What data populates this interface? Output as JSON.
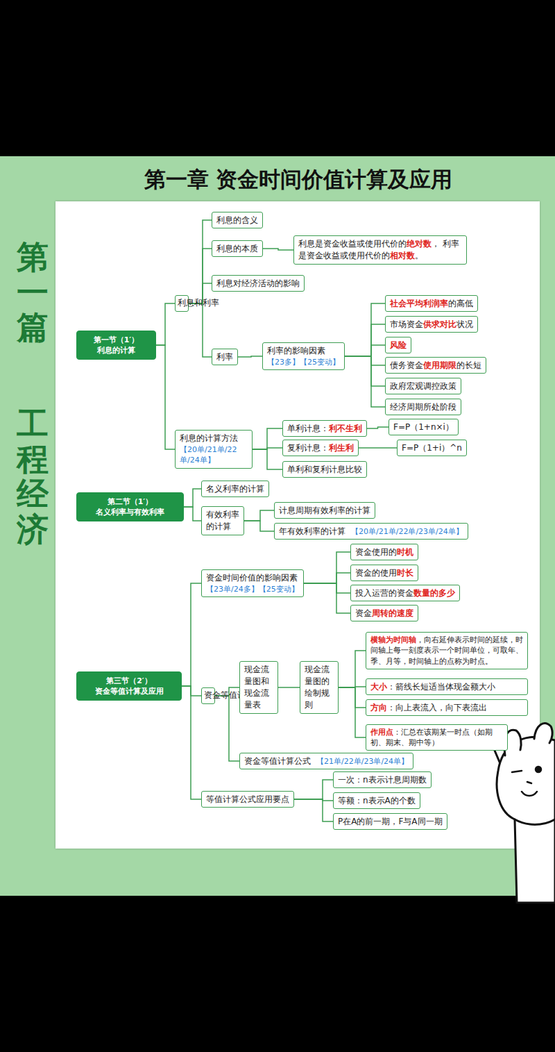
{
  "diagram": {
    "title": "第一章 资金时间价值计算及应用",
    "nodes": [
      {
        "text": [
          "第一节（1′）",
          "利息的计算"
        ]
      },
      {
        "text": [
          "利息和利率"
        ]
      },
      {
        "text": [
          "利息的含义"
        ]
      },
      {
        "text": [
          "利息的本质"
        ]
      },
      {
        "text": [
          "利息是资金收益或使用代价的绝对数， 利率是资金收益或使用代价的相对数。"
        ]
      },
      {
        "text": [
          "利息对经济活动的影响"
        ]
      },
      {
        "text": [
          "利率"
        ]
      },
      {
        "text": [
          "利率的影响因素",
          "【23多】【25变动】"
        ]
      },
      {
        "text": [
          "社会平均利润率的高低"
        ]
      },
      {
        "text": [
          "市场资金供求对比状况"
        ]
      },
      {
        "text": [
          "风险"
        ]
      },
      {
        "text": [
          "债务资金使用期限的长短"
        ]
      },
      {
        "text": [
          "政府宏观调控政策"
        ]
      },
      {
        "text": [
          "经济周期所处阶段"
        ]
      },
      {
        "text": [
          "利息的计算方法",
          "【20单/21单/22单/24单】"
        ]
      },
      {
        "text": [
          "单利计息：利不生利"
        ]
      },
      {
        "text": [
          "F=P（1+n×i）"
        ]
      },
      {
        "text": [
          "复利计息：利生利"
        ]
      },
      {
        "text": [
          "F=P（1+i）^n"
        ]
      },
      {
        "text": [
          "单利和复利计息比较"
        ]
      },
      {
        "text": [
          "第二节（1′）",
          "名义利率与有效利率"
        ]
      },
      {
        "text": [
          "名义利率的计算"
        ]
      },
      {
        "text": [
          "有效利率的计算"
        ]
      },
      {
        "text": [
          "计息周期有效利率的计算"
        ]
      },
      {
        "text": [
          "年有效利率的计算",
          "【20单/21单/22单/23单/24单】"
        ]
      },
      {
        "text": [
          "第三节（2′）",
          "资金等值计算及应用"
        ]
      },
      {
        "text": [
          "资金时间价值的影响因素",
          "【23单/24多】【25变动】"
        ]
      },
      {
        "text": [
          "资金使用的时机"
        ]
      },
      {
        "text": [
          "资金的使用时长"
        ]
      },
      {
        "text": [
          "投入运营的资金数量的多少"
        ]
      },
      {
        "text": [
          "资金周转的速度"
        ]
      },
      {
        "text": [
          "资金等值计算"
        ]
      },
      {
        "text": [
          "现金流量图和现金流量表"
        ]
      },
      {
        "text": [
          "现金流量图的绘制规则"
        ]
      },
      {
        "text": [
          "横轴为时间轴，向右延伸表示时间的延续，时间轴上每一刻度表示一个时间单位，可取年、季、月等，时间轴上的点称为时点。"
        ]
      },
      {
        "text": [
          "大小：箭线长短适当体现金额大小"
        ]
      },
      {
        "text": [
          "方向：向上表流入，向下表流出"
        ]
      },
      {
        "text": [
          "作用点：汇总在该期某一时点（如期初、期末、期中等）"
        ]
      },
      {
        "text": [
          "资金等值计算公式",
          "【21单/22单/23单/24单】"
        ]
      },
      {
        "text": [
          "等值计算公式应用要点"
        ]
      },
      {
        "text": [
          "一次：n表示计息周期数"
        ]
      },
      {
        "text": [
          "等额：n表示A的个数"
        ]
      },
      {
        "text": [
          "P在A的前一期，F与A同一期"
        ]
      }
    ],
    "edges": [
      {
        "from": 0,
        "to": 1,
        "arrow": "none"
      },
      {
        "from": 1,
        "to": 2,
        "arrow": "none"
      },
      {
        "from": 1,
        "to": 3,
        "arrow": "none"
      },
      {
        "from": 3,
        "to": 4,
        "arrow": "none"
      },
      {
        "from": 1,
        "to": 5,
        "arrow": "none"
      },
      {
        "from": 1,
        "to": 6,
        "arrow": "none"
      },
      {
        "from": 6,
        "to": 7,
        "arrow": "none"
      },
      {
        "from": 7,
        "to": 8,
        "arrow": "none"
      },
      {
        "from": 7,
        "to": 9,
        "arrow": "none"
      },
      {
        "from": 7,
        "to": 10,
        "arrow": "none"
      },
      {
        "from": 7,
        "to": 11,
        "arrow": "none"
      },
      {
        "from": 7,
        "to": 12,
        "arrow": "none"
      },
      {
        "from": 7,
        "to": 13,
        "arrow": "none"
      },
      {
        "from": 0,
        "to": 14,
        "arrow": "none"
      },
      {
        "from": 14,
        "to": 15,
        "arrow": "none"
      },
      {
        "from": 15,
        "to": 16,
        "arrow": "none"
      },
      {
        "from": 14,
        "to": 17,
        "arrow": "none"
      },
      {
        "from": 17,
        "to": 18,
        "arrow": "none"
      },
      {
        "from": 14,
        "to": 19,
        "arrow": "none"
      },
      {
        "from": 20,
        "to": 21,
        "arrow": "none"
      },
      {
        "from": 20,
        "to": 22,
        "arrow": "none"
      },
      {
        "from": 22,
        "to": 23,
        "arrow": "none"
      },
      {
        "from": 22,
        "to": 24,
        "arrow": "none"
      },
      {
        "from": 25,
        "to": 26,
        "arrow": "none"
      },
      {
        "from": 26,
        "to": 27,
        "arrow": "none"
      },
      {
        "from": 26,
        "to": 28,
        "arrow": "none"
      },
      {
        "from": 26,
        "to": 29,
        "arrow": "none"
      },
      {
        "from": 26,
        "to": 30,
        "arrow": "none"
      },
      {
        "from": 25,
        "to": 31,
        "arrow": "none"
      },
      {
        "from": 31,
        "to": 32,
        "arrow": "none"
      },
      {
        "from": 32,
        "to": 33,
        "arrow": "none"
      },
      {
        "from": 33,
        "to": 34,
        "arrow": "none"
      },
      {
        "from": 33,
        "to": 35,
        "arrow": "none"
      },
      {
        "from": 33,
        "to": 36,
        "arrow": "none"
      },
      {
        "from": 33,
        "to": 37,
        "arrow": "none"
      },
      {
        "from": 31,
        "to": 38,
        "arrow": "none"
      },
      {
        "from": 25,
        "to": 39,
        "arrow": "none"
      },
      {
        "from": 39,
        "to": 40,
        "arrow": "none"
      },
      {
        "from": 39,
        "to": 41,
        "arrow": "none"
      },
      {
        "from": 39,
        "to": 42,
        "arrow": "none"
      }
    ],
    "labels": [
      "第一篇",
      "工程经济"
    ]
  }
}
